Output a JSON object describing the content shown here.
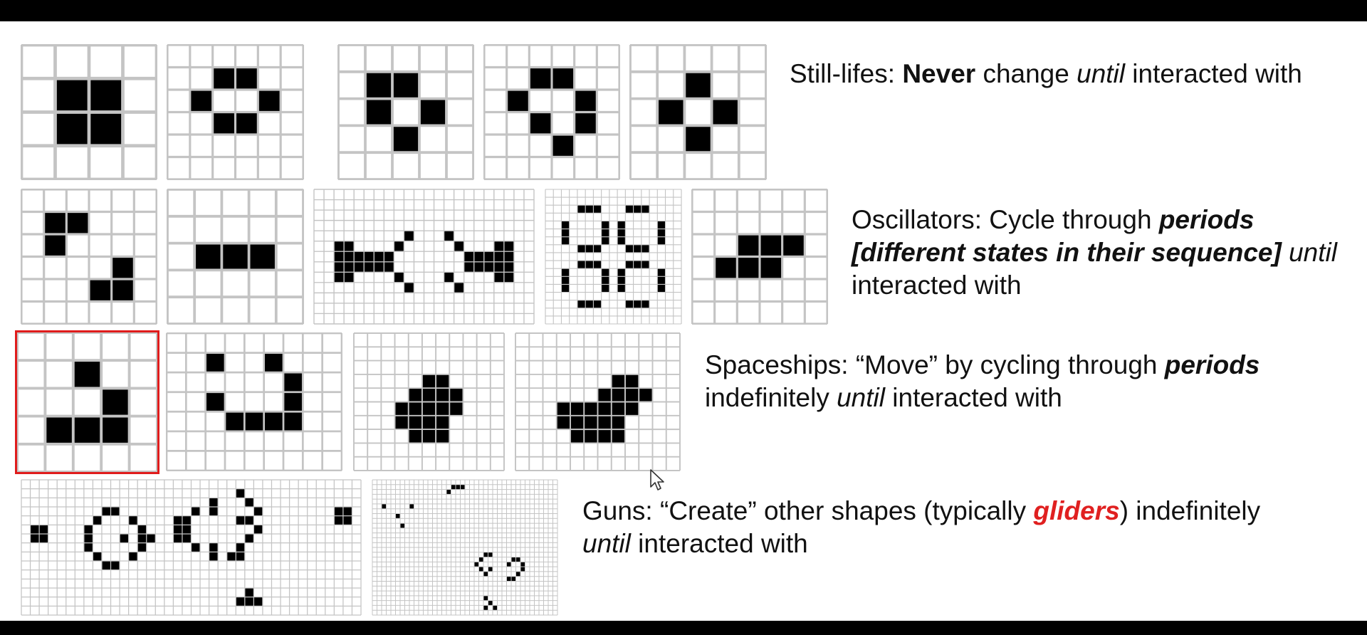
{
  "sections": {
    "still_lifes": {
      "caption": [
        {
          "text": "Still-lifes: ",
          "style": ""
        },
        {
          "text": "Never",
          "style": "b"
        },
        {
          "text": " change ",
          "style": ""
        },
        {
          "text": "until",
          "style": "i"
        },
        {
          "text": " interacted with",
          "style": ""
        }
      ],
      "patterns": [
        {
          "cols": 4,
          "rows": 4,
          "cells": [
            "1,1",
            "2,1",
            "1,2",
            "2,2"
          ]
        },
        {
          "cols": 6,
          "rows": 6,
          "cells": [
            "2,1",
            "3,1",
            "1,2",
            "4,2",
            "2,3",
            "3,3"
          ]
        },
        {
          "cols": 5,
          "rows": 5,
          "cells": [
            "1,1",
            "2,1",
            "1,2",
            "3,2",
            "2,3"
          ]
        },
        {
          "cols": 6,
          "rows": 6,
          "cells": [
            "2,1",
            "3,1",
            "1,2",
            "4,2",
            "2,3",
            "4,3",
            "3,4"
          ]
        },
        {
          "cols": 5,
          "rows": 5,
          "cells": [
            "2,1",
            "1,2",
            "3,2",
            "2,3"
          ]
        }
      ]
    },
    "oscillators": {
      "caption": [
        {
          "text": "Oscillators: Cycle through ",
          "style": ""
        },
        {
          "text": "periods",
          "style": "b i"
        },
        {
          "text": "\n",
          "style": ""
        },
        {
          "text": "[different states in their sequence]",
          "style": "b i"
        },
        {
          "text": " ",
          "style": ""
        },
        {
          "text": "until",
          "style": "i"
        },
        {
          "text": "\ninteracted with",
          "style": ""
        }
      ],
      "patterns": [
        {
          "cols": 6,
          "rows": 6,
          "cells": [
            "1,1",
            "2,1",
            "1,2",
            "4,3",
            "3,4",
            "4,4"
          ]
        },
        {
          "cols": 5,
          "rows": 5,
          "cells": [
            "1,2",
            "2,2",
            "3,2"
          ]
        },
        {
          "cols": 22,
          "rows": 13,
          "cells": [
            "2,5",
            "3,5",
            "2,6",
            "3,6",
            "4,6",
            "5,6",
            "6,6",
            "7,6",
            "2,7",
            "3,7",
            "4,7",
            "5,7",
            "6,7",
            "7,7",
            "2,8",
            "3,8",
            "8,5",
            "9,4",
            "8,8",
            "9,9",
            "13,4",
            "14,5",
            "13,8",
            "14,9",
            "15,6",
            "16,6",
            "17,6",
            "18,6",
            "19,6",
            "15,7",
            "16,7",
            "17,7",
            "18,7",
            "19,7",
            "18,5",
            "19,5",
            "18,8",
            "19,8"
          ]
        },
        {
          "cols": 17,
          "rows": 17,
          "cells": [
            "4,2",
            "5,2",
            "6,2",
            "10,2",
            "11,2",
            "12,2",
            "2,4",
            "7,4",
            "9,4",
            "14,4",
            "2,5",
            "7,5",
            "9,5",
            "14,5",
            "2,6",
            "7,6",
            "9,6",
            "14,6",
            "4,7",
            "5,7",
            "6,7",
            "10,7",
            "11,7",
            "12,7",
            "4,9",
            "5,9",
            "6,9",
            "10,9",
            "11,9",
            "12,9",
            "2,10",
            "7,10",
            "9,10",
            "14,10",
            "2,11",
            "7,11",
            "9,11",
            "14,11",
            "2,12",
            "7,12",
            "9,12",
            "14,12",
            "4,14",
            "5,14",
            "6,14",
            "10,14",
            "11,14",
            "12,14"
          ]
        },
        {
          "cols": 6,
          "rows": 6,
          "cells": [
            "2,2",
            "3,2",
            "4,2",
            "1,3",
            "2,3",
            "3,3"
          ]
        }
      ]
    },
    "spaceships": {
      "caption": [
        {
          "text": "Spaceships: “Move” by cycling through ",
          "style": ""
        },
        {
          "text": "periods",
          "style": "b i"
        },
        {
          "text": "\nindefinitely ",
          "style": ""
        },
        {
          "text": "until",
          "style": "i"
        },
        {
          "text": " interacted with",
          "style": ""
        }
      ],
      "patterns": [
        {
          "cols": 5,
          "rows": 5,
          "cells": [
            "2,1",
            "3,2",
            "1,3",
            "2,3",
            "3,3"
          ],
          "highlighted": true
        },
        {
          "cols": 9,
          "rows": 7,
          "cells": [
            "2,1",
            "5,1",
            "6,2",
            "2,3",
            "6,3",
            "3,4",
            "4,4",
            "5,4",
            "6,4"
          ]
        },
        {
          "cols": 11,
          "rows": 10,
          "cells": [
            "5,3",
            "6,3",
            "4,4",
            "5,4",
            "6,4",
            "7,4",
            "3,5",
            "4,5",
            "5,5",
            "6,5",
            "7,5",
            "3,6",
            "4,6",
            "5,6",
            "6,6",
            "4,7",
            "5,7",
            "6,7"
          ]
        },
        {
          "cols": 12,
          "rows": 10,
          "cells": [
            "7,3",
            "8,3",
            "6,4",
            "7,4",
            "8,4",
            "9,4",
            "3,5",
            "4,5",
            "5,5",
            "6,5",
            "7,5",
            "8,5",
            "3,6",
            "4,6",
            "5,6",
            "6,6",
            "7,6",
            "4,7",
            "5,7",
            "6,7",
            "7,7"
          ]
        }
      ]
    },
    "guns": {
      "caption": [
        {
          "text": "Guns: “Create” other shapes (typically ",
          "style": ""
        },
        {
          "text": "gliders",
          "style": "b i red"
        },
        {
          "text": ") indefinitely\n",
          "style": ""
        },
        {
          "text": "until",
          "style": "i"
        },
        {
          "text": " interacted with",
          "style": ""
        }
      ],
      "patterns": [
        {
          "cols": 38,
          "rows": 15,
          "cells": [
            "1,5",
            "2,5",
            "1,6",
            "2,6",
            "35,3",
            "36,3",
            "35,4",
            "36,4",
            "7,5",
            "7,6",
            "7,7",
            "8,4",
            "8,8",
            "9,3",
            "10,3",
            "9,9",
            "10,9",
            "11,6",
            "12,4",
            "12,8",
            "13,5",
            "13,6",
            "13,7",
            "14,6",
            "17,4",
            "18,4",
            "17,5",
            "18,5",
            "17,6",
            "18,6",
            "19,3",
            "19,7",
            "21,2",
            "21,3",
            "21,7",
            "21,8",
            "24,1",
            "25,2",
            "26,3",
            "24,4",
            "25,4",
            "26,5",
            "24,7",
            "25,6",
            "24,8",
            "23,8",
            "25,12",
            "25,13",
            "26,13",
            "24,13"
          ]
        },
        {
          "cols": 40,
          "rows": 28,
          "cells": [
            "17,1",
            "18,1",
            "16,2",
            "19,1",
            "2,5",
            "5,7",
            "8,5",
            "6,9",
            "23,16",
            "24,15",
            "25,15",
            "22,17",
            "23,18",
            "24,19",
            "25,18",
            "30,16",
            "31,16",
            "32,17",
            "29,17",
            "32,18",
            "31,19",
            "29,20",
            "30,20",
            "24,24",
            "25,25",
            "26,26",
            "24,26"
          ]
        }
      ]
    }
  }
}
